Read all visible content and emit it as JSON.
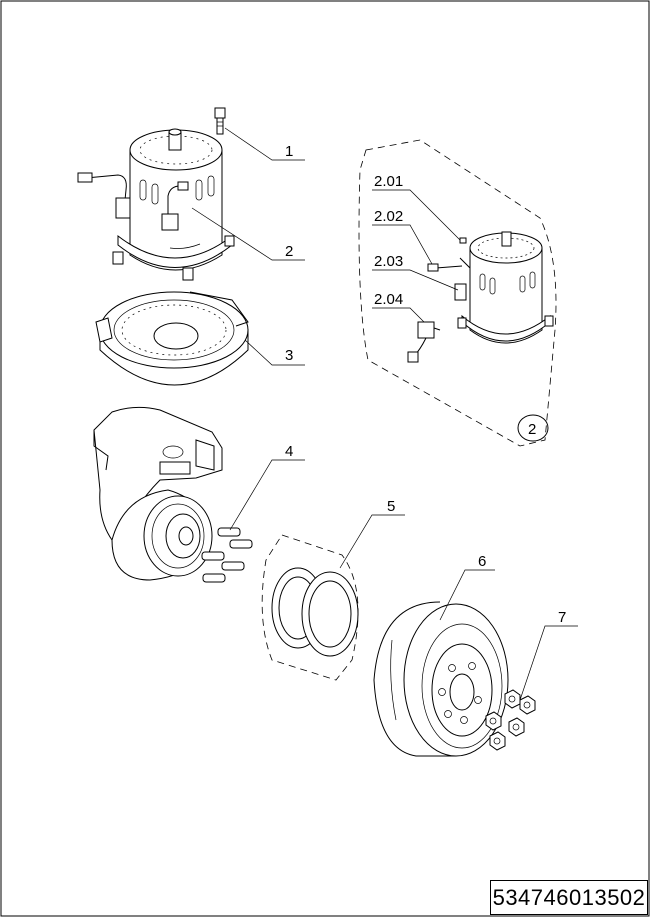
{
  "drawing": {
    "callouts": {
      "c1": "1",
      "c2": "2",
      "c3": "3",
      "c4": "4",
      "c5": "5",
      "c6": "6",
      "c7": "7",
      "c201": "2.01",
      "c202": "2.02",
      "c203": "2.03",
      "c204": "2.04",
      "group2": "2"
    },
    "part_number": "534746013502"
  }
}
